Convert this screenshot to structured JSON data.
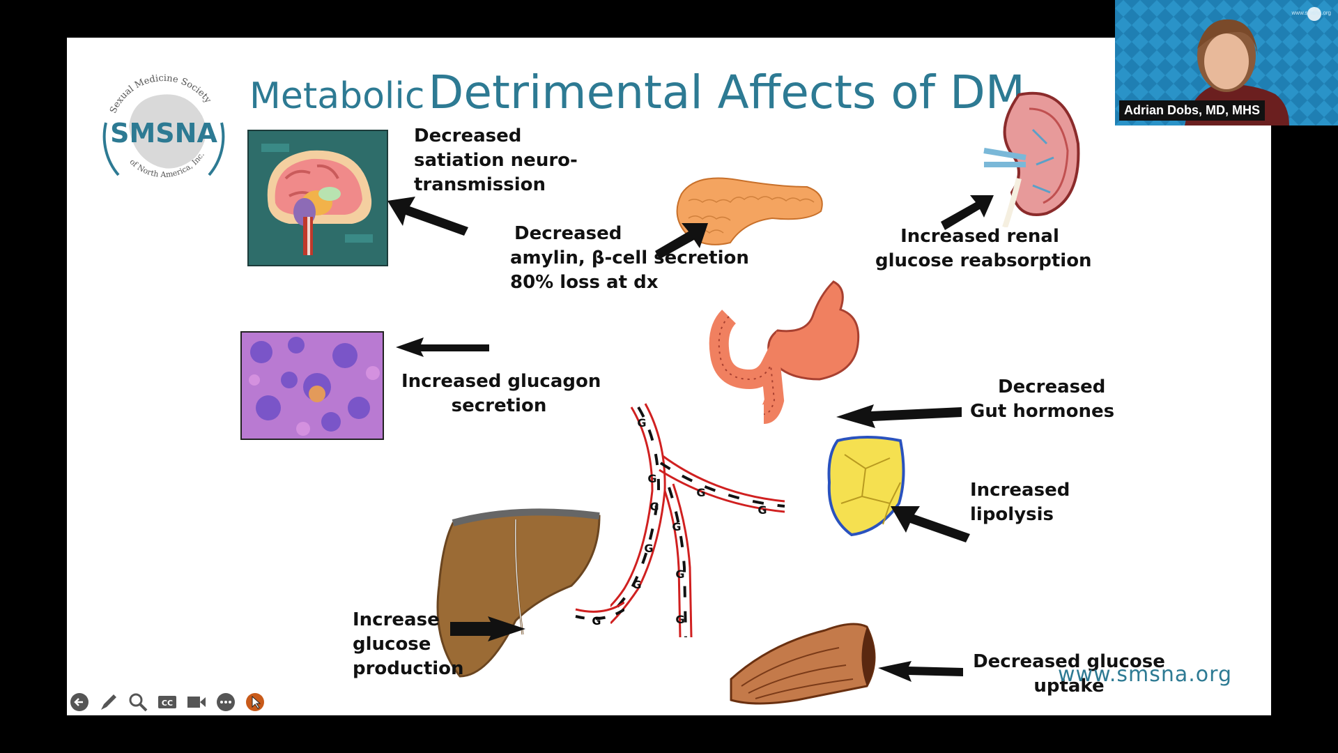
{
  "slide": {
    "title_part1": "Metabolic",
    "title_part2": "Detrimental Affects of DM",
    "logo": {
      "ring_text_top": "Sexual Medicine Society",
      "main": "SMSNA",
      "ring_text_bottom": "of North America, Inc."
    },
    "labels": {
      "brain": [
        "Decreased",
        "satiation neuro-",
        "transmission"
      ],
      "pancreas": [
        "Decreased",
        "amylin, β-cell secretion",
        "80% loss at dx"
      ],
      "kidney": [
        "Increased  renal",
        "glucose reabsorption"
      ],
      "glucagon": [
        "Increased glucagon",
        "secretion"
      ],
      "gut": [
        "Decreased",
        "Gut hormones"
      ],
      "lipolysis": [
        "Increased",
        "lipolysis"
      ],
      "liver": [
        "Increase",
        "glucose",
        "production"
      ],
      "muscle": [
        "Decreased glucose",
        "uptake"
      ]
    },
    "vessel_marker": "G",
    "url": "www.smsna.org"
  },
  "toolbar": {
    "icons": [
      "back-icon",
      "pen-icon",
      "zoom-icon",
      "cc-icon",
      "video-icon",
      "more-icon",
      "pointer-icon"
    ],
    "cc_label": "CC"
  },
  "webcam": {
    "name": "Adrian Dobs, MD, MHS",
    "site": "www.smsna.org"
  },
  "colors": {
    "title": "#2d7a93",
    "background": "#000000",
    "webcam_bg": "#1f7fb3"
  }
}
